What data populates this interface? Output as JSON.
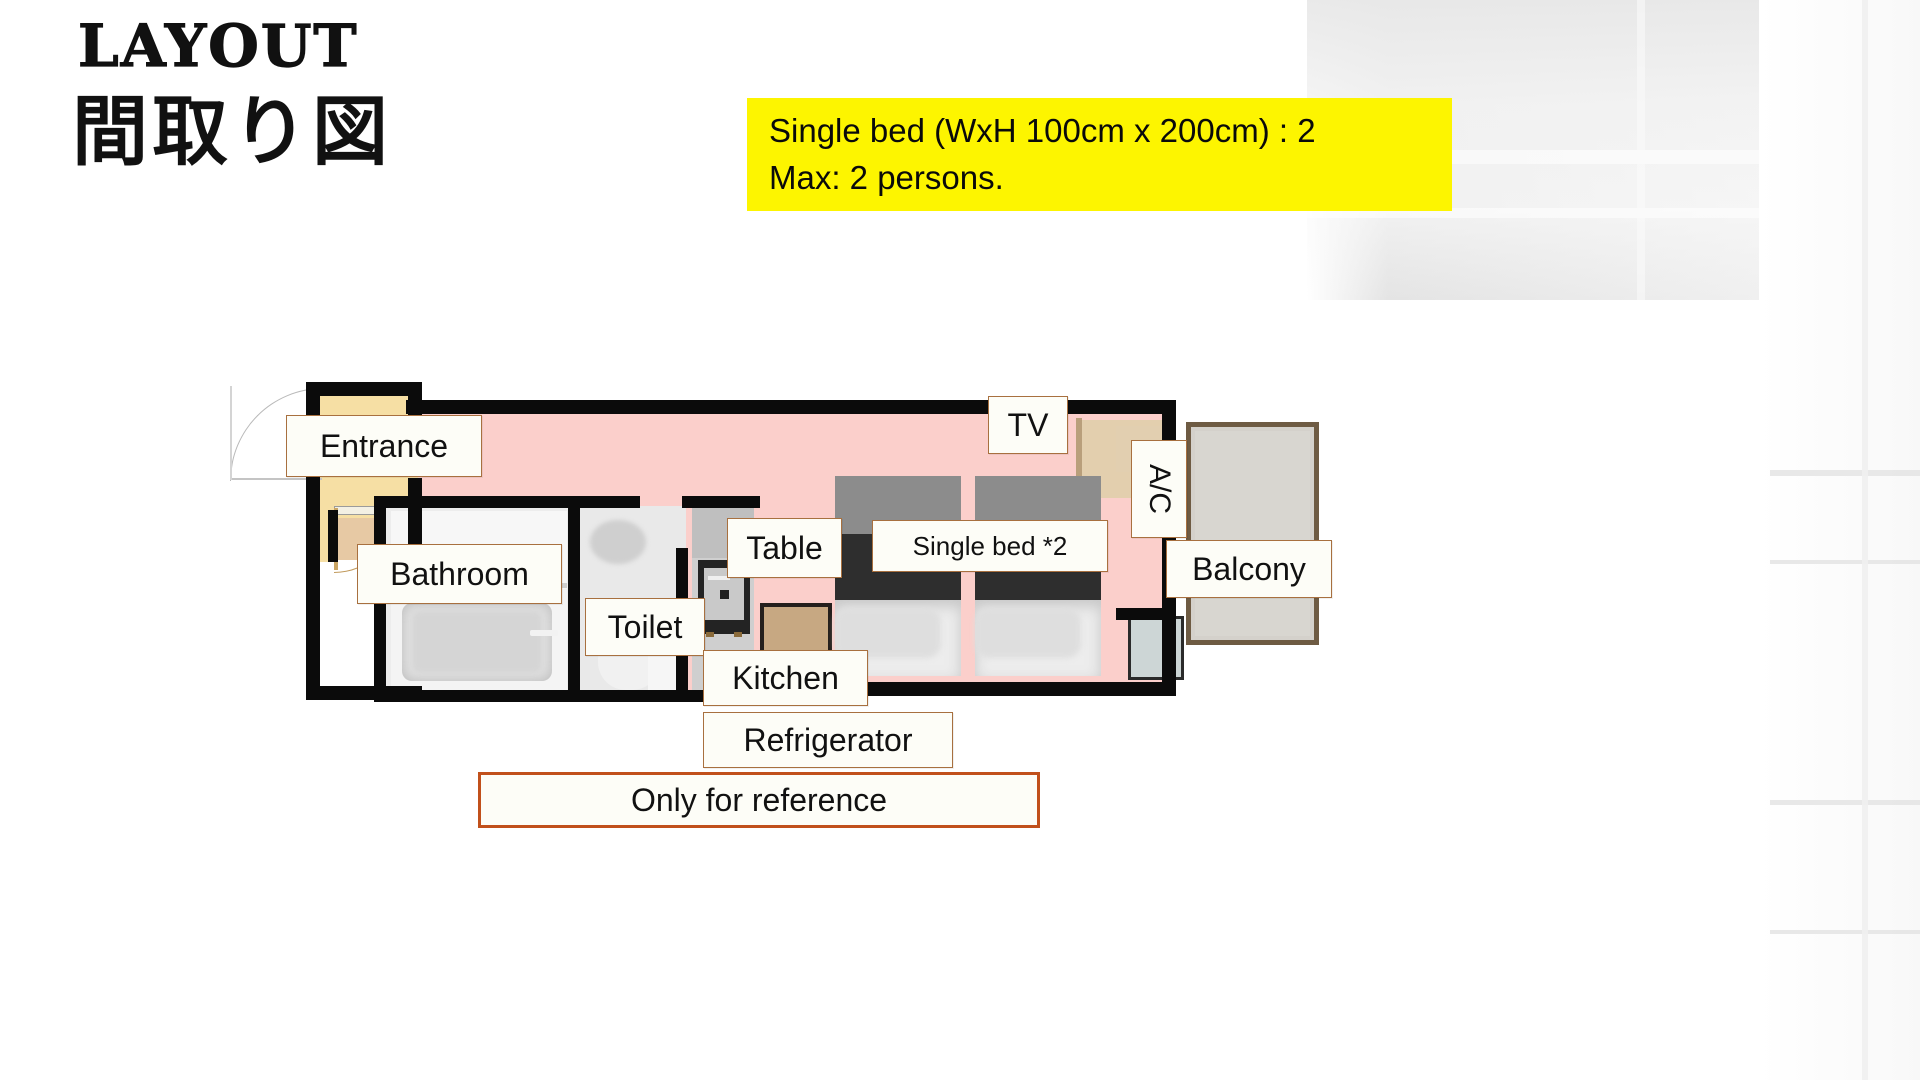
{
  "title": {
    "english": "LAYOUT",
    "japanese": "間取り図"
  },
  "note_banner": {
    "line1": "Single bed (WxH 100cm x 200cm) : 2",
    "line2": "Max: 2 persons.",
    "background_color": "#fdf500",
    "text_color": "#0a0a0a"
  },
  "floorplan": {
    "labels": {
      "entrance": "Entrance",
      "bathroom": "Bathroom",
      "toilet": "Toilet",
      "kitchen": "Kitchen",
      "refrigerator": "Refrigerator",
      "table": "Table",
      "single_bed": "Single bed *2",
      "tv": "TV",
      "ac": "A/C",
      "balcony": "Balcony"
    },
    "disclaimer": "Only for reference",
    "colors": {
      "wall": "#0b0b0b",
      "living_floor": "#fbcfcb",
      "entrance_floor": "#f6dfa4",
      "bathroom_floor": "#ededed",
      "toilet_floor": "#e9e9e9",
      "kitchen_floor": "#cfcfcf",
      "balcony_floor": "#d4d1cb",
      "label_border": "#a8703f",
      "disclaimer_border": "#c1501b",
      "bed_duvet": "#2e2e2e",
      "bed_headboard": "#8c8c8c"
    }
  }
}
